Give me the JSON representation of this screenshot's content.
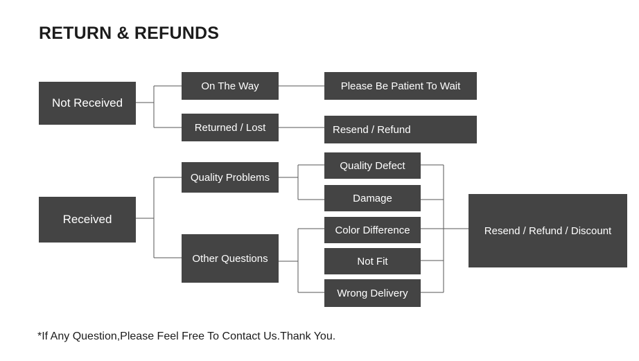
{
  "title": "RETURN & REFUNDS",
  "nodes": {
    "not_received": "Not Received",
    "on_the_way": "On The Way",
    "please_wait": "Please Be Patient To Wait",
    "returned_lost": "Returned / Lost",
    "resend_refund": "Resend / Refund",
    "received": "Received",
    "quality_problems": "Quality Problems",
    "quality_defect": "Quality Defect",
    "damage": "Damage",
    "other_questions": "Other Questions",
    "color_difference": "Color Difference",
    "not_fit": "Not Fit",
    "wrong_delivery": "Wrong Delivery",
    "resend_refund_discount": "Resend / Refund / Discount"
  },
  "footnote": "*If Any Question,Please Feel Free To Contact Us.Thank You."
}
